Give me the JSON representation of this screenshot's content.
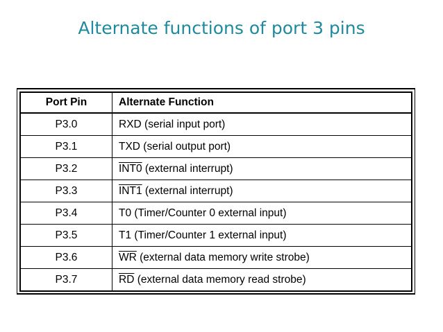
{
  "slide": {
    "title": "Alternate functions of port 3 pins"
  },
  "table": {
    "headers": [
      "Port Pin",
      "Alternate Function"
    ],
    "rows": [
      {
        "pin": "P3.0",
        "signal": "",
        "function": "RXD (serial input port)"
      },
      {
        "pin": "P3.1",
        "signal": "",
        "function": "TXD (serial output port)"
      },
      {
        "pin": "P3.2",
        "signal": "INT0",
        "function": " (external interrupt)"
      },
      {
        "pin": "P3.3",
        "signal": "INT1",
        "function": " (external interrupt)"
      },
      {
        "pin": "P3.4",
        "signal": "",
        "function": "T0 (Timer/Counter 0 external input)"
      },
      {
        "pin": "P3.5",
        "signal": "",
        "function": "T1 (Timer/Counter 1 external input)"
      },
      {
        "pin": "P3.6",
        "signal": "WR",
        "function": " (external data memory write strobe)"
      },
      {
        "pin": "P3.7",
        "signal": "RD",
        "function": " (external data memory read strobe)"
      }
    ]
  }
}
